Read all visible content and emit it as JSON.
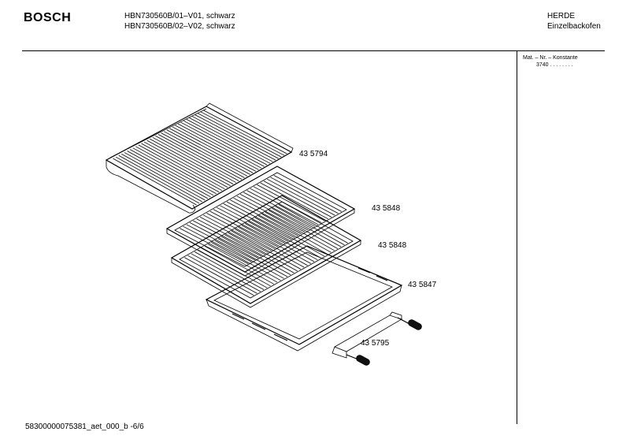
{
  "header": {
    "brand": "BOSCH",
    "model_lines": [
      "HBN730560B/01–V01, schwarz",
      "HBN730560B/02–V02, schwarz"
    ],
    "category": "HERDE",
    "subcategory": "Einzelbackofen"
  },
  "sidebar": {
    "konstante_label": "Mat. – Nr. – Konstante",
    "konstante_value": "3740 . . . . . . . ."
  },
  "parts": [
    {
      "number": "43 5794"
    },
    {
      "number": "43 5848"
    },
    {
      "number": "43 5848"
    },
    {
      "number": "43 5847"
    },
    {
      "number": "43 5795"
    }
  ],
  "footer": {
    "doc_id": "58300000075381_aet_000_b  -6/6"
  }
}
